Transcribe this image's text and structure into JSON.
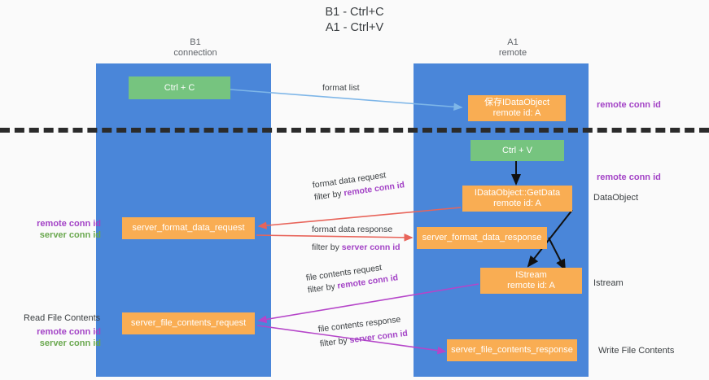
{
  "title": {
    "line1": "B1 - Ctrl+C",
    "line2": "A1 - Ctrl+V"
  },
  "lanes": [
    {
      "id": "b1",
      "name": "B1",
      "role": "connection",
      "color": "#4a86d9"
    },
    {
      "id": "a1",
      "name": "A1",
      "role": "remote",
      "color": "#4a86d9"
    }
  ],
  "nodes": {
    "ctrl_c": {
      "label": "Ctrl + C",
      "color": "#76c47f"
    },
    "idataobject": {
      "line1": "保存IDataObject",
      "line2": "remote id: A",
      "color": "#f9ad53"
    },
    "ctrl_v": {
      "label": "Ctrl + V",
      "color": "#76c47f"
    },
    "getdata": {
      "line1": "IDataObject::GetData",
      "line2": "remote id: A",
      "color": "#f9ad53"
    },
    "server_format_data_request": {
      "label": "server_format_data_request",
      "color": "#f9ad53"
    },
    "server_format_data_response": {
      "label": "server_format_data_response",
      "color": "#f9ad53"
    },
    "istream": {
      "line1": "IStream",
      "line2": "remote id: A",
      "color": "#f9ad53"
    },
    "server_file_contents_request": {
      "label": "server_file_contents_request",
      "color": "#f9ad53"
    },
    "server_file_contents_response": {
      "label": "server_file_contents_response",
      "color": "#f9ad53"
    }
  },
  "edges": {
    "format_list": {
      "label": "format list",
      "color": "#7eb6e8"
    },
    "format_data_request": {
      "label": "format data request",
      "filter_prefix": "filter by ",
      "filter_key": "remote conn id",
      "color": "#e8645a"
    },
    "format_data_response": {
      "label": "format data response",
      "filter_prefix": "filter by ",
      "filter_key": "server conn id",
      "color": "#e8645a"
    },
    "file_contents_request": {
      "label": "file contents request",
      "filter_prefix": "filter by ",
      "filter_key": "remote conn id",
      "color": "#b545c9"
    },
    "file_contents_response": {
      "label": "file contents response",
      "filter_prefix": "filter by ",
      "filter_key": "server conn id",
      "color": "#b545c9"
    }
  },
  "annotations": {
    "right_remote_conn_id_top": "remote conn id",
    "right_remote_conn_id_mid": "remote conn id",
    "dataobject": "DataObject",
    "istream": "Istream",
    "write_file_contents": "Write File Contents",
    "read_file_contents": "Read File Contents",
    "left_remote_conn_id": "remote conn id",
    "left_server_conn_id": "server conn id",
    "left_remote_conn_id_2": "remote conn id",
    "left_server_conn_id_2": "server conn id"
  },
  "colors": {
    "lane": "#4a86d9",
    "green_node": "#76c47f",
    "orange_node": "#f9ad53",
    "purple_key": "#a343c6",
    "green_key": "#6aa84f",
    "red_arrow": "#e8645a",
    "purple_arrow": "#b545c9",
    "blue_arrow": "#7eb6e8",
    "divider": "#2b2b2b",
    "background": "#fafafa"
  }
}
